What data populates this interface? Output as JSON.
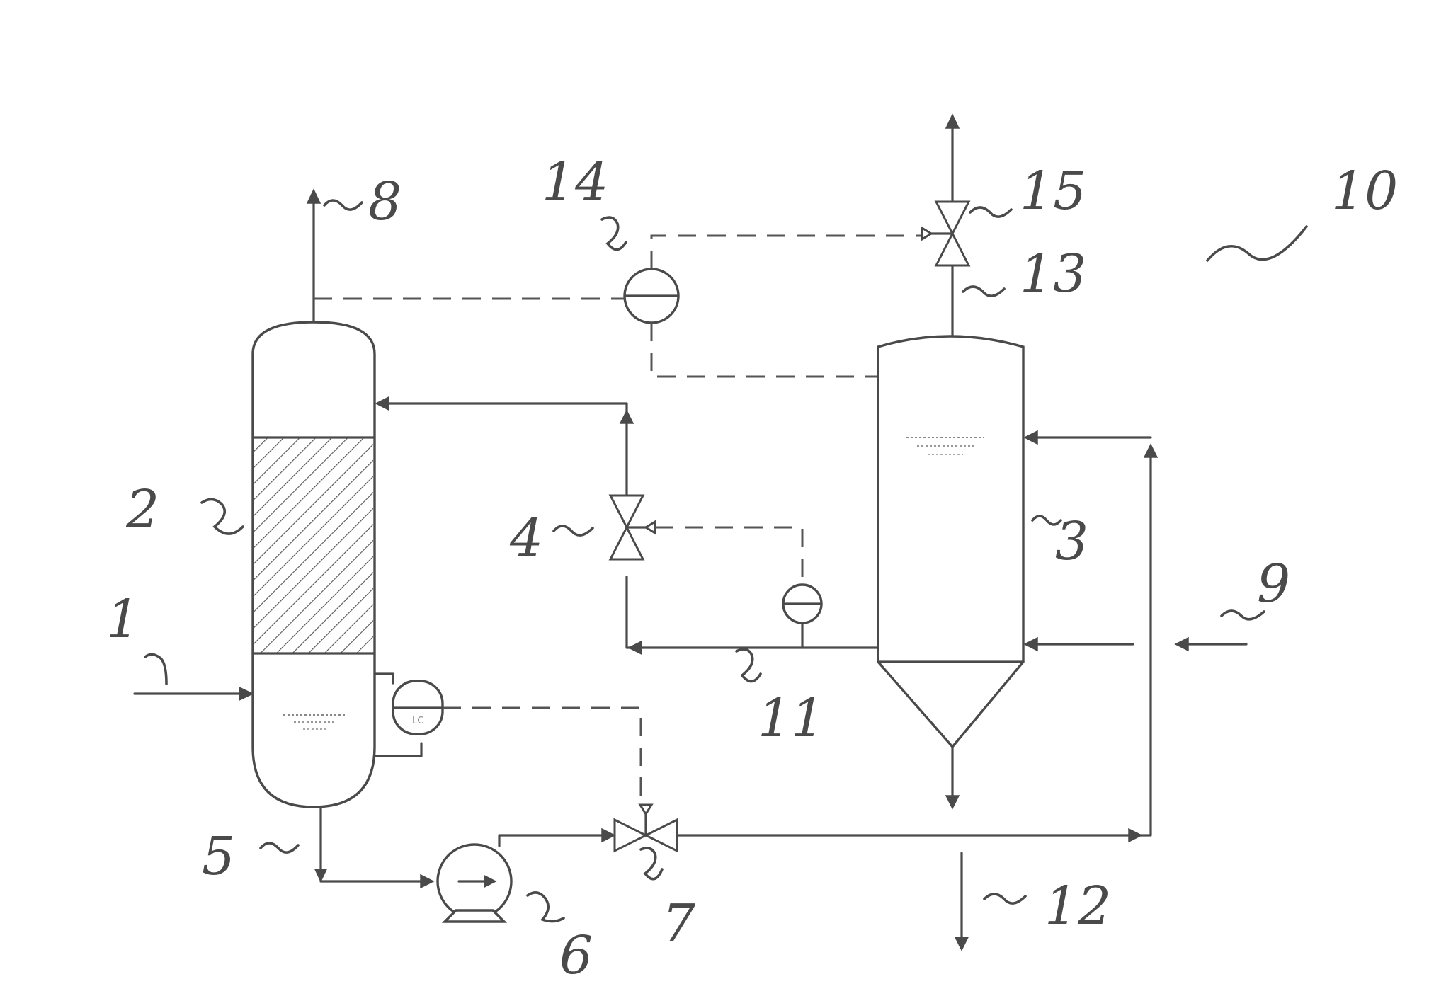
{
  "diagram": {
    "labels": {
      "ref_1": "1",
      "ref_2": "2",
      "ref_3": "3",
      "ref_4": "4",
      "ref_5": "5",
      "ref_6": "6",
      "ref_7": "7",
      "ref_8": "8",
      "ref_9": "9",
      "ref_10": "10",
      "ref_11": "11",
      "ref_12": "12",
      "ref_13": "13",
      "ref_14": "14",
      "ref_15": "15"
    },
    "instrument_tags": {
      "level_controller": "LC"
    },
    "colors": {
      "line": "#4a4a4a",
      "background": "#ffffff"
    }
  }
}
